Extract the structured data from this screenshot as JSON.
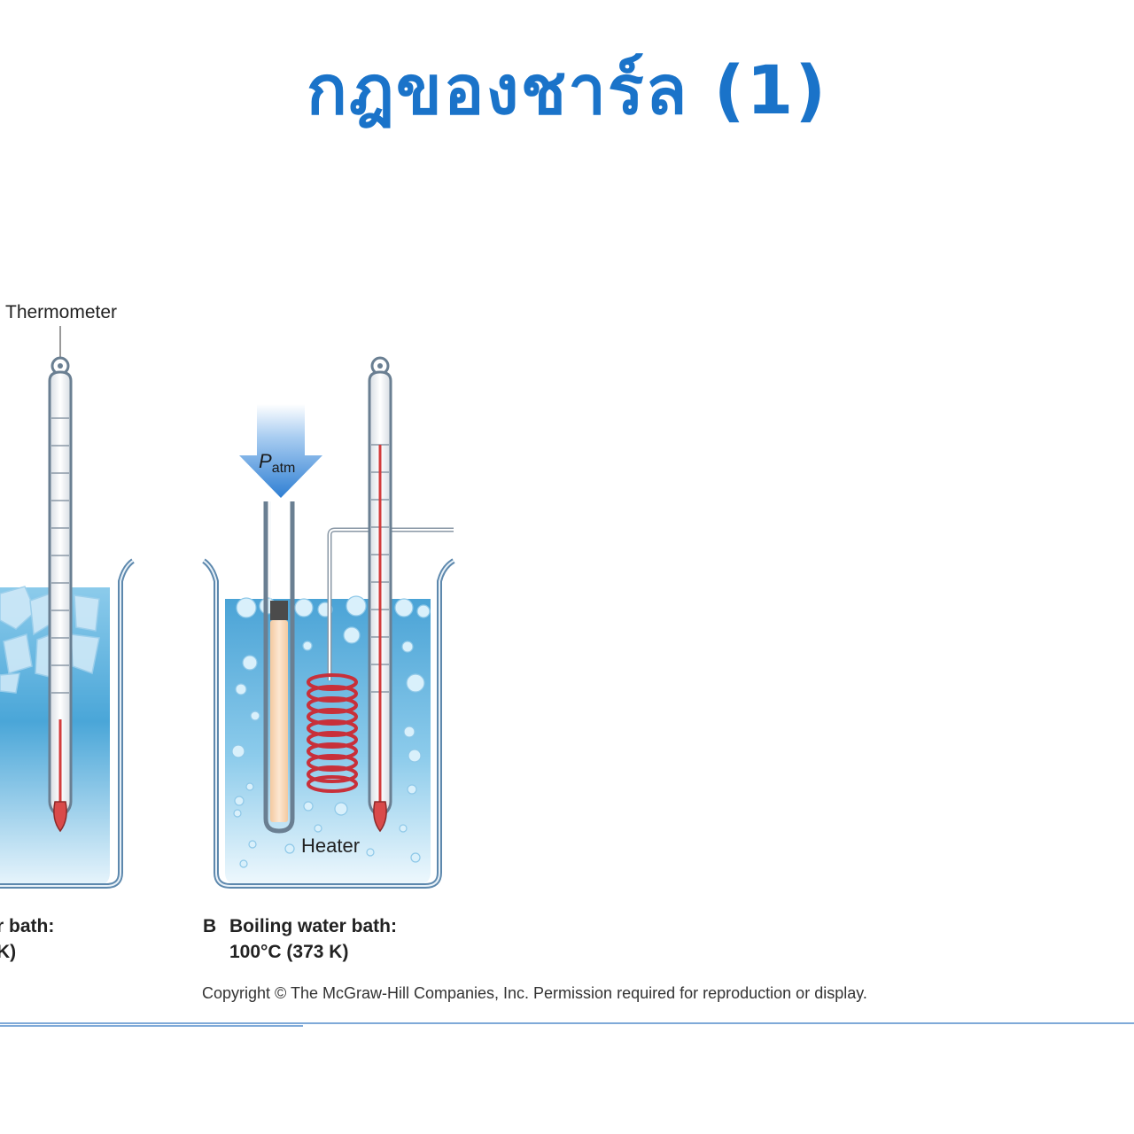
{
  "slide": {
    "title": "กฎของชาร์ล (1)"
  },
  "figure": {
    "thermometer_label": "Thermometer",
    "pressure_label_main": "P",
    "pressure_label_sub": "atm",
    "heater_label": "Heater",
    "caption_a_line1": "r bath:",
    "caption_a_line2": "K)",
    "caption_b_letter": "B",
    "caption_b_line1": "Boiling water bath:",
    "caption_b_line2": "100°C (373 K)",
    "copyright": "Copyright © The McGraw-Hill Companies, Inc. Permission required for reproduction or display."
  },
  "colors": {
    "title": "#1a73c9",
    "water": "#5fb3e0",
    "arrow": "#3a86d6",
    "coil": "#c8303a",
    "footer_line": "#7fa9d8"
  }
}
